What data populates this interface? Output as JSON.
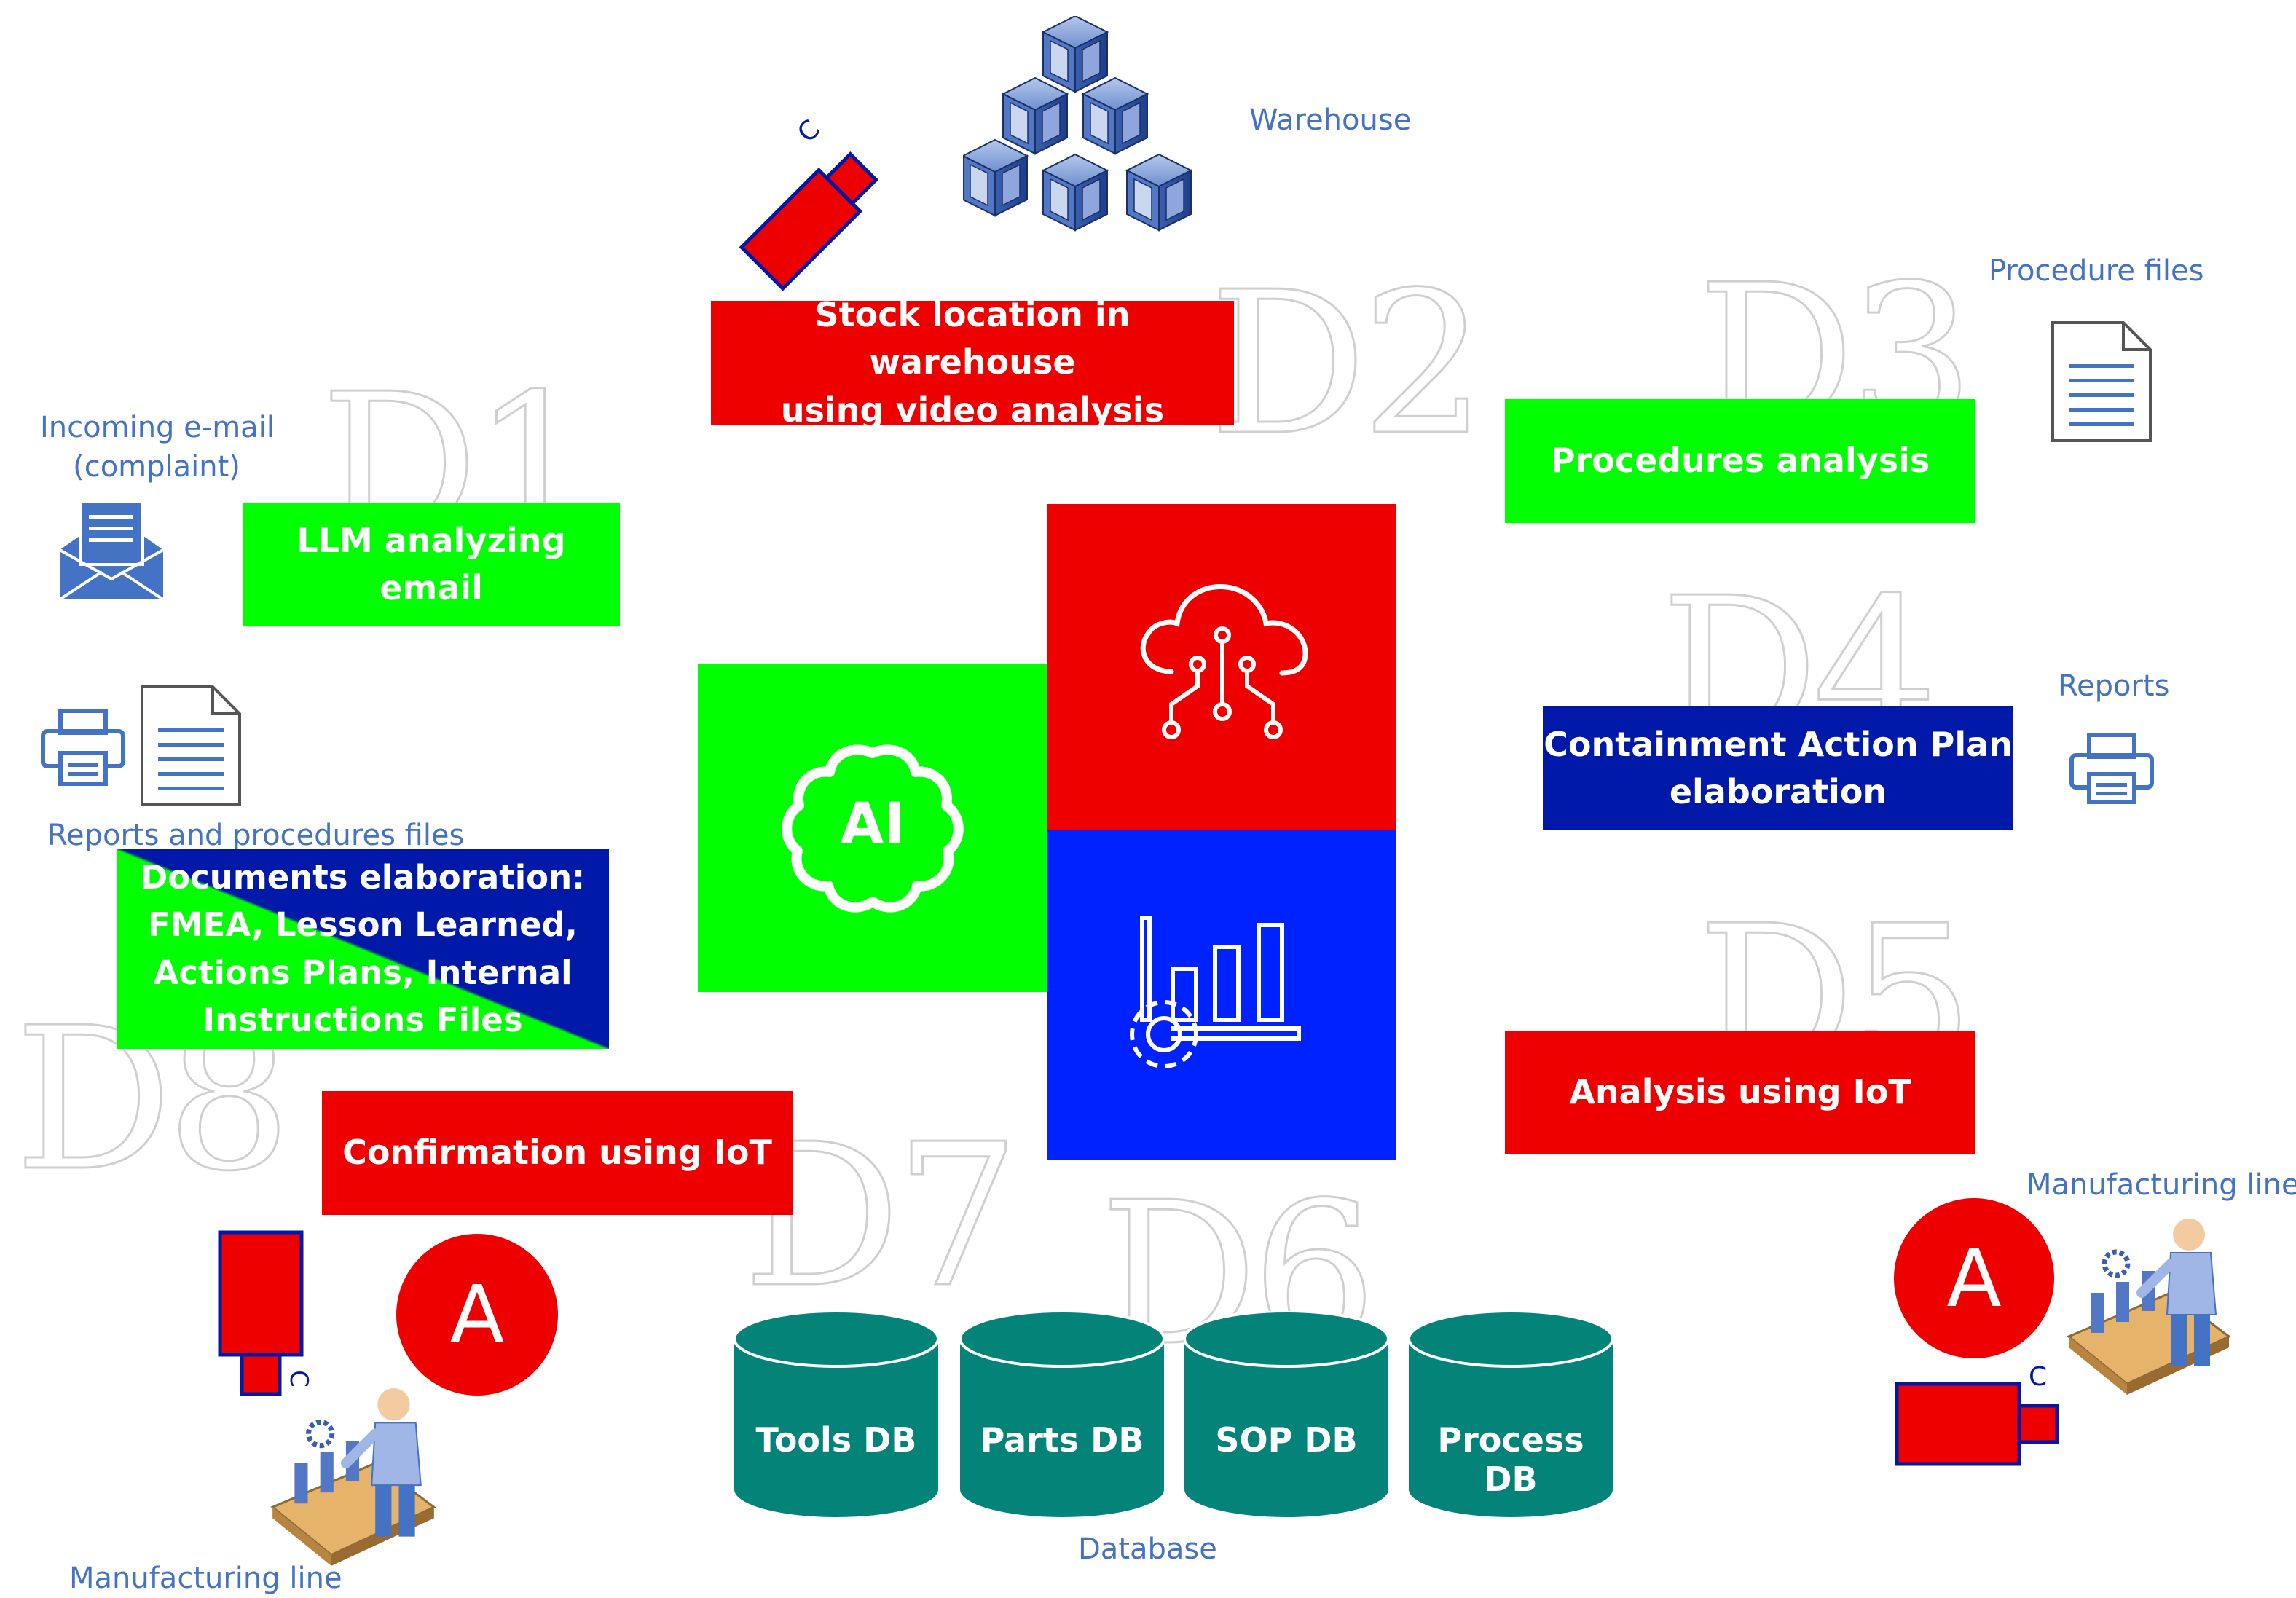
{
  "colors": {
    "green": "#00ff00",
    "red": "#ee0000",
    "blue": "#0022ff",
    "dark_blue": "#0019a8",
    "teal": "#048479",
    "caption_blue": "#4472c4"
  },
  "phases": [
    "D1",
    "D2",
    "D3",
    "D4",
    "D5",
    "D6",
    "D7",
    "D8"
  ],
  "boxes": {
    "llm_email": "LLM analyzing email",
    "stock_location_line1": "Stock location in warehouse",
    "stock_location_line2": "using video analysis",
    "procedures_analysis": "Procedures analysis",
    "containment_line1": "Containment Action Plan",
    "containment_line2": "elaboration",
    "iot_analysis": "Analysis using  IoT",
    "iot_confirmation": "Confirmation using IoT",
    "documents_line1": "Documents elaboration:",
    "documents_line2": "FMEA, Lesson Learned,",
    "documents_line3": "Actions Plans, Internal",
    "documents_line4": "Instructions Files"
  },
  "captions": {
    "incoming_email_line1": "Incoming e-mail",
    "incoming_email_line2": "(complaint)",
    "warehouse": "Warehouse",
    "procedure_files": "Procedure files",
    "reports": "Reports",
    "reports_procedures": "Reports and procedures files",
    "manufacturing_line_right": "Manufacturing line",
    "manufacturing_line_left": "Manufacturing line",
    "database": "Database"
  },
  "center": {
    "ai_label": "AI"
  },
  "camera_label": "C",
  "andon_label": "A",
  "databases": [
    "Tools DB",
    "Parts DB",
    "SOP DB",
    "Process DB"
  ],
  "icons": [
    "email-icon",
    "printer-icon",
    "document-icon",
    "warehouse-boxes-icon",
    "camera-icon",
    "ai-brain-icon",
    "cloud-circuit-icon",
    "analytics-gear-icon",
    "worker-conveyor-icon",
    "database-cylinder-icon"
  ]
}
